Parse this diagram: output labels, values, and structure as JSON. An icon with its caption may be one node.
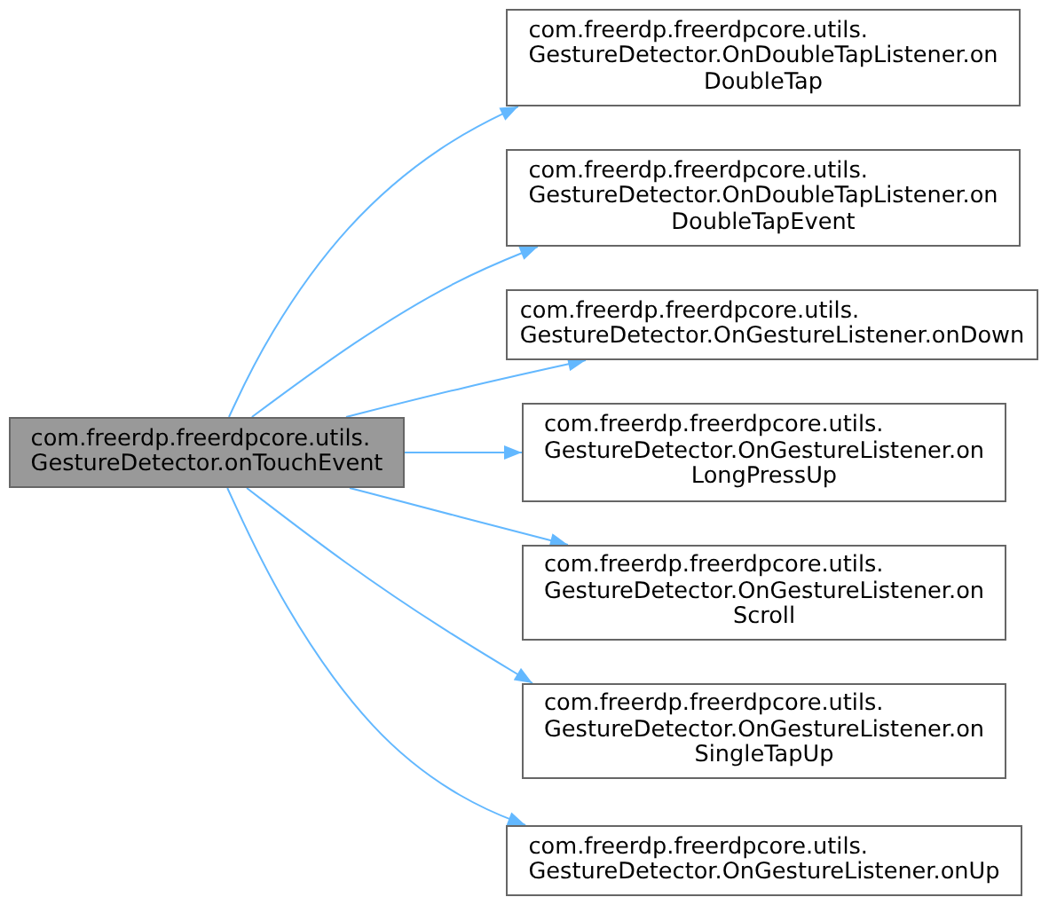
{
  "diagram": {
    "nodes": [
      {
        "text": [
          "com.freerdp.freerdpcore.utils. GestureDetector.onTouchEvent"
        ]
      },
      {
        "text": [
          "com.freerdp.freerdpcore.utils. GestureDetector.OnDoubleTapListener.on DoubleTap"
        ]
      },
      {
        "text": [
          "com.freerdp.freerdpcore.utils. GestureDetector.OnDoubleTapListener.on DoubleTapEvent"
        ]
      },
      {
        "text": [
          "com.freerdp.freerdpcore.utils. GestureDetector.OnGestureListener.onDown"
        ]
      },
      {
        "text": [
          "com.freerdp.freerdpcore.utils. GestureDetector.OnGestureListener.on LongPressUp"
        ]
      },
      {
        "text": [
          "com.freerdp.freerdpcore.utils. GestureDetector.OnGestureListener.on Scroll"
        ]
      },
      {
        "text": [
          "com.freerdp.freerdpcore.utils. GestureDetector.OnGestureListener.on SingleTapUp"
        ]
      },
      {
        "text": [
          "com.freerdp.freerdpcore.utils. GestureDetector.OnGestureListener.onUp"
        ]
      }
    ],
    "edges": [
      {
        "from": 0,
        "to": 1,
        "arrow": "to"
      },
      {
        "from": 0,
        "to": 2,
        "arrow": "to"
      },
      {
        "from": 0,
        "to": 3,
        "arrow": "to"
      },
      {
        "from": 0,
        "to": 4,
        "arrow": "to"
      },
      {
        "from": 0,
        "to": 5,
        "arrow": "to"
      },
      {
        "from": 0,
        "to": 6,
        "arrow": "to"
      },
      {
        "from": 0,
        "to": 7,
        "arrow": "to"
      }
    ]
  }
}
